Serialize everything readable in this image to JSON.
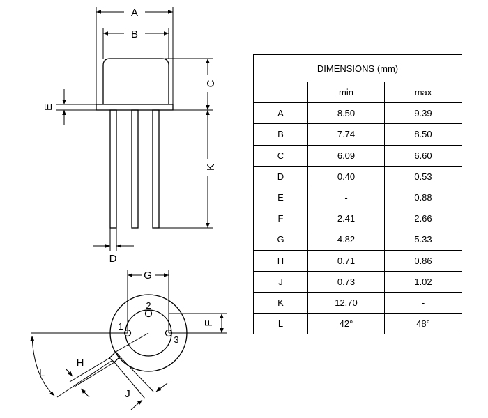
{
  "table": {
    "title": "DIMENSIONS (mm)",
    "headers": [
      "",
      "min",
      "max"
    ],
    "rows": [
      {
        "label": "A",
        "min": "8.50",
        "max": "9.39"
      },
      {
        "label": "B",
        "min": "7.74",
        "max": "8.50"
      },
      {
        "label": "C",
        "min": "6.09",
        "max": "6.60"
      },
      {
        "label": "D",
        "min": "0.40",
        "max": "0.53"
      },
      {
        "label": "E",
        "min": "-",
        "max": "0.88"
      },
      {
        "label": "F",
        "min": "2.41",
        "max": "2.66"
      },
      {
        "label": "G",
        "min": "4.82",
        "max": "5.33"
      },
      {
        "label": "H",
        "min": "0.71",
        "max": "0.86"
      },
      {
        "label": "J",
        "min": "0.73",
        "max": "1.02"
      },
      {
        "label": "K",
        "min": "12.70",
        "max": "-"
      },
      {
        "label": "L",
        "min": "42°",
        "max": "48°"
      }
    ]
  },
  "side_view": {
    "labels": {
      "A": "A",
      "B": "B",
      "C": "C",
      "D": "D",
      "E": "E",
      "K": "K"
    }
  },
  "bottom_view": {
    "labels": {
      "G": "G",
      "F": "F",
      "H": "H",
      "J": "J",
      "L": "L"
    },
    "pins": [
      "1",
      "2",
      "3"
    ]
  },
  "colors": {
    "line": "#000000",
    "background": "#ffffff"
  }
}
